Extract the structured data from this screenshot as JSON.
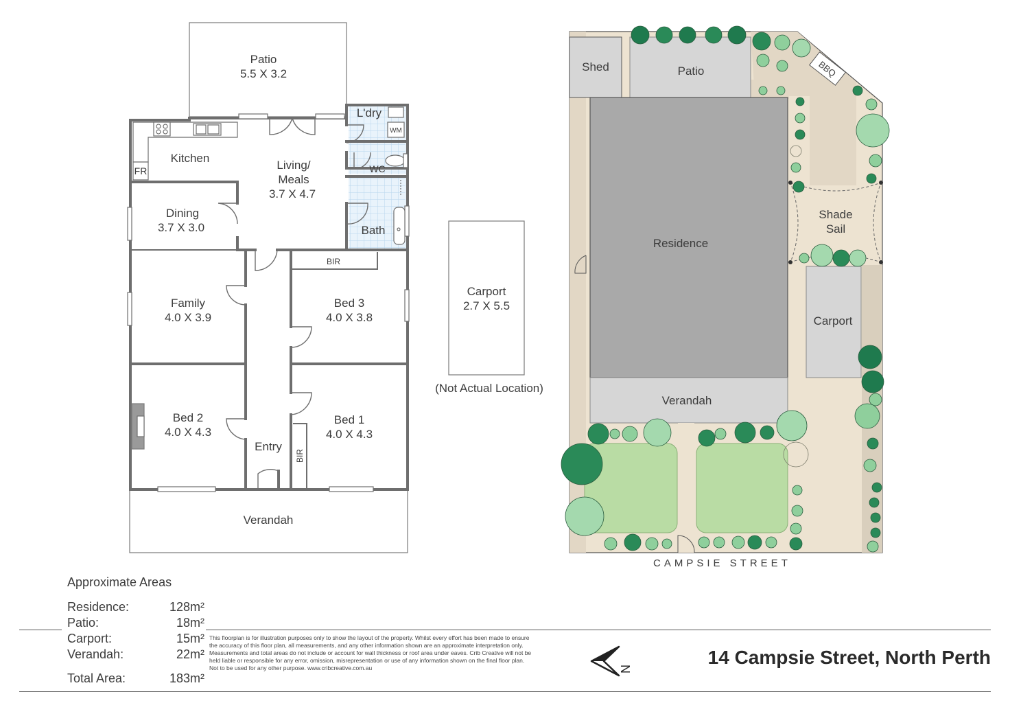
{
  "floor_plan": {
    "rooms": {
      "patio": {
        "name": "Patio",
        "dims": "5.5 X 3.2"
      },
      "laundry": {
        "name": "L'dry"
      },
      "washer": {
        "name": "WM"
      },
      "kitchen": {
        "name": "Kitchen"
      },
      "fridge": {
        "name": "FR"
      },
      "living": {
        "name_line1": "Living/",
        "name_line2": "Meals",
        "dims": "3.7 X 4.7"
      },
      "wc": {
        "name": "WC"
      },
      "dining": {
        "name": "Dining",
        "dims": "3.7 X 3.0"
      },
      "bath": {
        "name": "Bath"
      },
      "bir_top": {
        "name": "BIR"
      },
      "family": {
        "name": "Family",
        "dims": "4.0 X 3.9"
      },
      "bed3": {
        "name": "Bed 3",
        "dims": "4.0 X 3.8"
      },
      "bed2": {
        "name": "Bed 2",
        "dims": "4.0 X 4.3"
      },
      "bed1": {
        "name": "Bed 1",
        "dims": "4.0 X 4.3"
      },
      "entry": {
        "name": "Entry"
      },
      "bir_bed1": {
        "name": "BIR"
      },
      "verandah": {
        "name": "Verandah"
      }
    },
    "carport": {
      "name": "Carport",
      "dims": "2.7 X 5.5",
      "note": "(Not Actual Location)"
    }
  },
  "site_plan": {
    "shed": "Shed",
    "patio": "Patio",
    "bbq": "BBQ",
    "residence": "Residence",
    "shade_line1": "Shade",
    "shade_line2": "Sail",
    "carport": "Carport",
    "verandah": "Verandah",
    "street": "CAMPSIE STREET"
  },
  "areas": {
    "heading": "Approximate Areas",
    "rows": [
      {
        "label": "Residence:",
        "value": "128m²"
      },
      {
        "label": "Patio:",
        "value": "18m²"
      },
      {
        "label": "Carport:",
        "value": "15m²"
      },
      {
        "label": "Verandah:",
        "value": "22m²"
      }
    ],
    "total": {
      "label": "Total Area:",
      "value": "183m²"
    }
  },
  "disclaimer": "This floorplan is for illustration purposes only to show the layout of the property. Whilst every effort has been made to ensure the accuracy of this floor plan, all measurements, and any other information shown are an approximate interpretation only. Measurements and total areas do not include or account for wall thickness or roof area under eaves. Crib Creative will not be held liable or responsible for any error, omission, misrepresentation or use of any information shown on the final floor plan. Not to be used for any other purpose. www.cribcreative.com.au",
  "compass": "N",
  "address": "14 Campsie Street, North Perth",
  "colors": {
    "wall": "#6e6e6e",
    "lawn": "#b9dca4",
    "path": "#ede3d1",
    "roof": "#a9a9a9",
    "tree_dark": "#1f7a4e",
    "tree_light": "#8fcf9c"
  }
}
